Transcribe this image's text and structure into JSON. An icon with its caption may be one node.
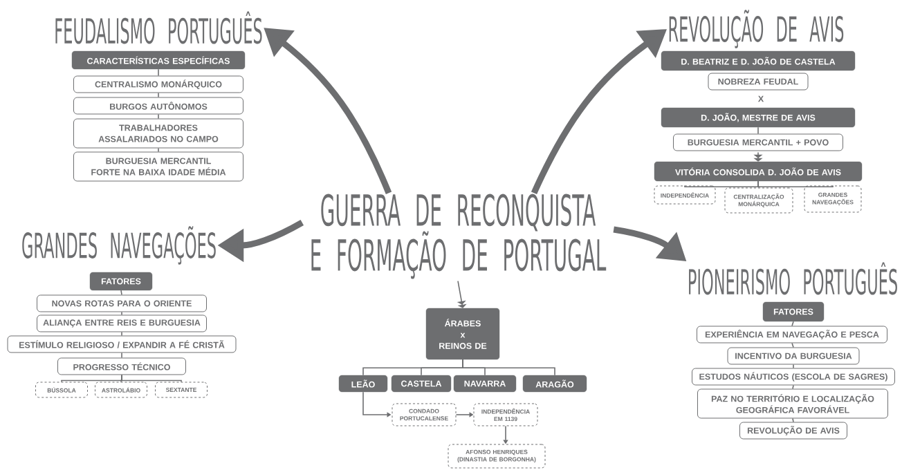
{
  "diagram": {
    "nodes": [
      {
        "text": [
          "GUERRA DE RECONQUISTA E FORMAÇÃO DE PORTUGAL"
        ]
      },
      {
        "text": [
          "FEUDALISMO PORTUGUÊS"
        ]
      },
      {
        "text": [
          "CARACTERÍSTICAS ESPECÍFICAS"
        ]
      },
      {
        "text": [
          "CENTRALISMO MONÁRQUICO"
        ]
      },
      {
        "text": [
          "BURGOS AUTÔNOMOS"
        ]
      },
      {
        "text": [
          "TRABALHADORES ASSALARIADOS NO CAMPO"
        ]
      },
      {
        "text": [
          "BURGUESIA MERCANTIL FORTE NA BAIXA IDADE MÉDIA"
        ]
      },
      {
        "text": [
          "REVOLUÇÃO DE AVIS"
        ]
      },
      {
        "text": [
          "D. BEATRIZ E D. JOÃO DE CASTELA"
        ]
      },
      {
        "text": [
          "NOBREZA FEUDAL"
        ]
      },
      {
        "text": [
          "D. JOÃO, MESTRE DE AVIS"
        ]
      },
      {
        "text": [
          "BURGUESIA MERCANTIL + POVO"
        ]
      },
      {
        "text": [
          "VITÓRIA CONSOLIDA D. JOÃO DE AVIS"
        ]
      },
      {
        "text": [
          "INDEPENDÊNCIA"
        ]
      },
      {
        "text": [
          "CENTRALIZAÇÃO MONÁRQUICA"
        ]
      },
      {
        "text": [
          "GRANDES NAVEGAÇÕES"
        ]
      },
      {
        "text": [
          "GRANDES NAVEGAÇÕES"
        ]
      },
      {
        "text": [
          "FATORES"
        ]
      },
      {
        "text": [
          "NOVAS ROTAS PARA O ORIENTE"
        ]
      },
      {
        "text": [
          "ALIANÇA ENTRE REIS E BURGUESIA"
        ]
      },
      {
        "text": [
          "ESTÍMULO RELIGIOSO / EXPANDIR A FÉ CRISTÃ"
        ]
      },
      {
        "text": [
          "PROGRESSO TÉCNICO"
        ]
      },
      {
        "text": [
          "BÚSSOLA"
        ]
      },
      {
        "text": [
          "ASTROLÁBIO"
        ]
      },
      {
        "text": [
          "SEXTANTE"
        ]
      },
      {
        "text": [
          "ÁRABES",
          "x",
          "REINOS DE"
        ]
      },
      {
        "text": [
          "LEÃO"
        ]
      },
      {
        "text": [
          "CASTELA"
        ]
      },
      {
        "text": [
          "NAVARRA"
        ]
      },
      {
        "text": [
          "ARAGÃO"
        ]
      },
      {
        "text": [
          "CONDADO PORTUCALENSE"
        ]
      },
      {
        "text": [
          "INDEPENDÊNCIA EM 1139"
        ]
      },
      {
        "text": [
          "AFONSO HENRIQUES (DINASTIA DE BORGONHA)"
        ]
      },
      {
        "text": [
          "PIONEIRISMO PORTUGUÊS"
        ]
      },
      {
        "text": [
          "FATORES"
        ]
      },
      {
        "text": [
          "EXPERIÊNCIA EM NAVEGAÇÃO E PESCA"
        ]
      },
      {
        "text": [
          "INCENTIVO DA BURGUESIA"
        ]
      },
      {
        "text": [
          "ESTUDOS NÁUTICOS (ESCOLA DE SAGRES)"
        ]
      },
      {
        "text": [
          "PAZ NO TERRITÓRIO E LOCALIZAÇÃO GEOGRÁFICA FAVORÁVEL"
        ]
      },
      {
        "text": [
          "REVOLUÇÃO DE AVIS"
        ]
      }
    ],
    "edges": [
      {
        "from": 0,
        "to": 1,
        "arrow": "to",
        "style": "thick"
      },
      {
        "from": 0,
        "to": 7,
        "arrow": "to",
        "style": "thick"
      },
      {
        "from": 0,
        "to": 16,
        "arrow": "to",
        "style": "thick"
      },
      {
        "from": 0,
        "to": 33,
        "arrow": "to",
        "style": "thick"
      },
      {
        "from": 0,
        "to": 25,
        "arrow": "to"
      },
      {
        "from": 2,
        "to": 3,
        "arrow": "none"
      },
      {
        "from": 3,
        "to": 4,
        "arrow": "none"
      },
      {
        "from": 4,
        "to": 5,
        "arrow": "none"
      },
      {
        "from": 5,
        "to": 6,
        "arrow": "none"
      },
      {
        "from": 10,
        "to": 11,
        "arrow": "none"
      },
      {
        "from": 11,
        "to": 12,
        "arrow": "to"
      },
      {
        "from": 12,
        "to": 13,
        "arrow": "none"
      },
      {
        "from": 12,
        "to": 14,
        "arrow": "none"
      },
      {
        "from": 12,
        "to": 15,
        "arrow": "none"
      },
      {
        "from": 17,
        "to": 18,
        "arrow": "none"
      },
      {
        "from": 18,
        "to": 19,
        "arrow": "none"
      },
      {
        "from": 19,
        "to": 20,
        "arrow": "none"
      },
      {
        "from": 20,
        "to": 21,
        "arrow": "none"
      },
      {
        "from": 21,
        "to": 22,
        "arrow": "none"
      },
      {
        "from": 21,
        "to": 23,
        "arrow": "none"
      },
      {
        "from": 21,
        "to": 24,
        "arrow": "none"
      },
      {
        "from": 25,
        "to": 26,
        "arrow": "none"
      },
      {
        "from": 25,
        "to": 27,
        "arrow": "none"
      },
      {
        "from": 25,
        "to": 28,
        "arrow": "none"
      },
      {
        "from": 25,
        "to": 29,
        "arrow": "none"
      },
      {
        "from": 26,
        "to": 30,
        "arrow": "to"
      },
      {
        "from": 30,
        "to": 31,
        "arrow": "to"
      },
      {
        "from": 31,
        "to": 32,
        "arrow": "to"
      },
      {
        "from": 34,
        "to": 35,
        "arrow": "none"
      },
      {
        "from": 35,
        "to": 36,
        "arrow": "none"
      },
      {
        "from": 36,
        "to": 37,
        "arrow": "none"
      },
      {
        "from": 37,
        "to": 38,
        "arrow": "none"
      },
      {
        "from": 38,
        "to": 39,
        "arrow": "none"
      }
    ],
    "labels": [
      "X"
    ]
  }
}
